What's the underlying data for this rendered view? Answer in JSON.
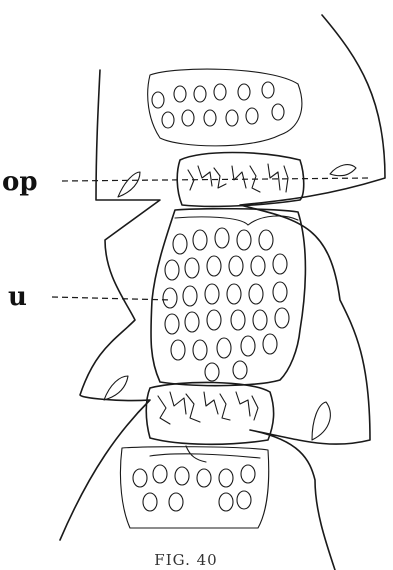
{
  "labels": {
    "op": "op",
    "u": "u"
  },
  "caption": "FIG. 40"
}
